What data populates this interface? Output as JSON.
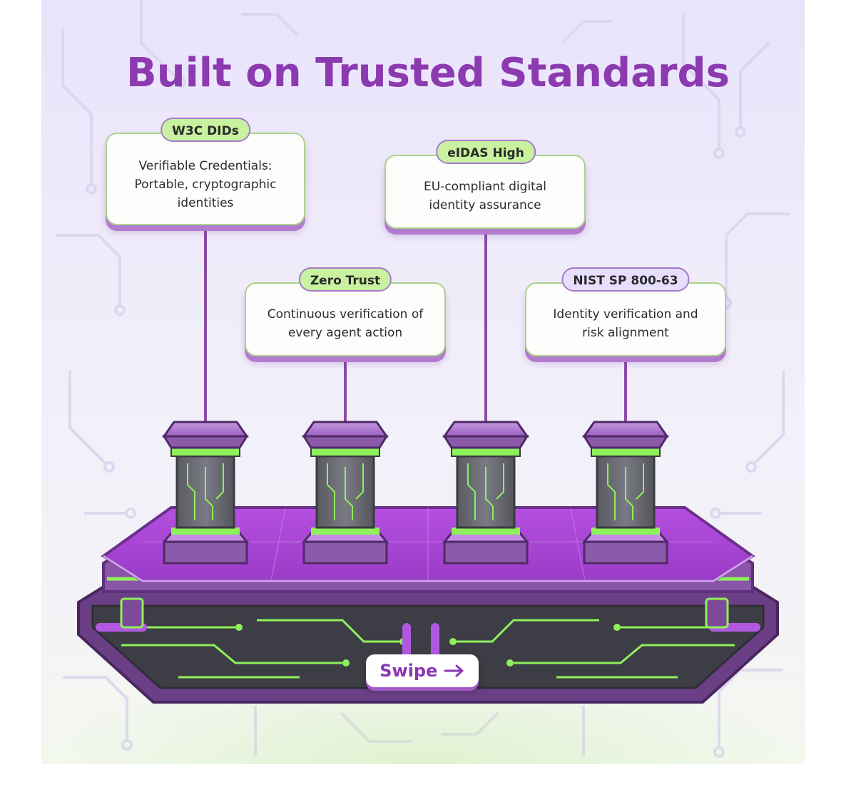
{
  "title": "Built on Trusted Standards",
  "standards": [
    {
      "tag": "W3C DIDs",
      "lines": [
        "Verifiable Credentials:",
        "Portable, cryptographic",
        "identities"
      ]
    },
    {
      "tag": "Zero Trust",
      "lines": [
        "Continuous verification of",
        "every agent action"
      ]
    },
    {
      "tag": "eIDAS High",
      "lines": [
        "EU-compliant digital",
        "identity assurance"
      ]
    },
    {
      "tag": "NIST SP 800-63",
      "lines": [
        "Identity verification and",
        "risk alignment"
      ]
    }
  ],
  "swipe_label": "Swipe",
  "swipe_icon": "arrow-right-icon",
  "colors": {
    "title": "#8c3ab0",
    "accent_green": "#8ef05a",
    "accent_purple": "#9b4fc4",
    "tag_bg": "#c8f2a0"
  }
}
